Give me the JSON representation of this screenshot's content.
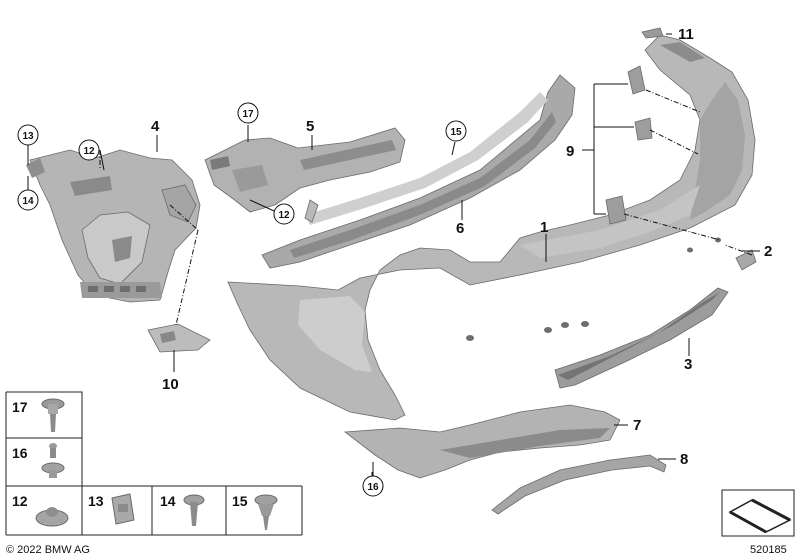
{
  "callouts": {
    "c1": "1",
    "c2": "2",
    "c3": "3",
    "c4": "4",
    "c5": "5",
    "c6": "6",
    "c7": "7",
    "c8": "8",
    "c9": "9",
    "c10": "10",
    "c11": "11"
  },
  "circled": {
    "c13": "13",
    "c14": "14",
    "c12a": "12",
    "c12b": "12",
    "c17": "17",
    "c15": "15",
    "c16": "16"
  },
  "small_parts": {
    "s17": "17",
    "s16": "16",
    "s12": "12",
    "s13": "13",
    "s14": "14",
    "s15": "15"
  },
  "footer": {
    "copyright": "© 2022 BMW AG",
    "diagram_number": "520185"
  },
  "colors": {
    "part_fill": "#b8b8b8",
    "part_dark": "#7d7d7d",
    "line": "#111111"
  }
}
